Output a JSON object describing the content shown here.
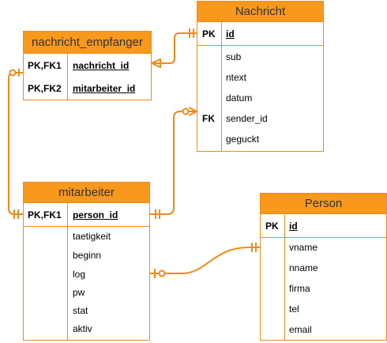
{
  "colors": {
    "header": "#f8981c",
    "border": "#f08a18",
    "line": "#f08a18"
  },
  "entities": {
    "nachricht_empfanger": {
      "title": "nachricht_empfanger",
      "keys": [
        {
          "key": "PK,FK1",
          "field": "nachricht_id"
        },
        {
          "key": "PK,FK2",
          "field": "mitarbeiter_id"
        }
      ]
    },
    "nachricht": {
      "title": "Nachricht",
      "pk": {
        "key": "PK",
        "field": "id"
      },
      "attributes": [
        "sub",
        "ntext",
        "datum",
        "sender_id",
        "geguckt"
      ],
      "fk_label": "FK"
    },
    "mitarbeiter": {
      "title": "mitarbeiter",
      "pk": {
        "key": "PK,FK1",
        "field": "person_id"
      },
      "attributes": [
        "taetigkeit",
        "beginn",
        "log",
        "pw",
        "stat",
        "aktiv"
      ]
    },
    "person": {
      "title": "Person",
      "pk": {
        "key": "PK",
        "field": "id"
      },
      "attributes": [
        "vname",
        "nname",
        "firma",
        "tel",
        "email"
      ]
    }
  },
  "relationships": [
    {
      "from": "nachricht_empfanger",
      "to": "nachricht",
      "from_card": "one-or-many",
      "to_card": "one-and-only-one"
    },
    {
      "from": "nachricht",
      "to": "mitarbeiter",
      "from_card": "zero-or-many",
      "to_card": "one-and-only-one"
    },
    {
      "from": "nachricht_empfanger",
      "to": "mitarbeiter",
      "from_card": "zero-or-one",
      "to_card": "one-and-only-one"
    },
    {
      "from": "mitarbeiter",
      "to": "person",
      "from_card": "zero-or-one",
      "to_card": "one-and-only-one"
    }
  ]
}
